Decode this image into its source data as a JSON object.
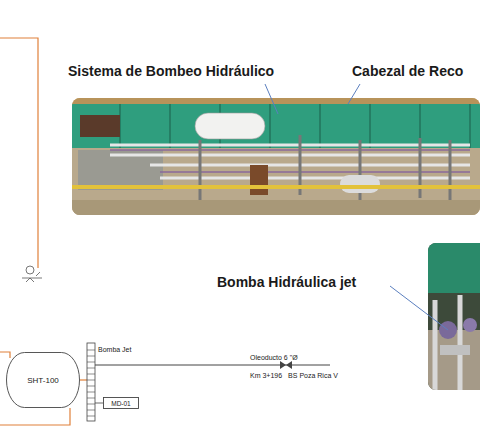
{
  "diagram": {
    "nodes": [
      {
        "text": [
          "SHT-100"
        ]
      },
      {
        "text": [
          "MD-01"
        ]
      }
    ],
    "labels": [
      "Sistema de Bombeo Hidráulico",
      "Cabezal de Reco",
      "Bomba Hidráulica jet",
      "Bomba Jet",
      "Oleoducto 6 \"Ø",
      "Km 3+196",
      "BS Poza Rica V"
    ]
  }
}
